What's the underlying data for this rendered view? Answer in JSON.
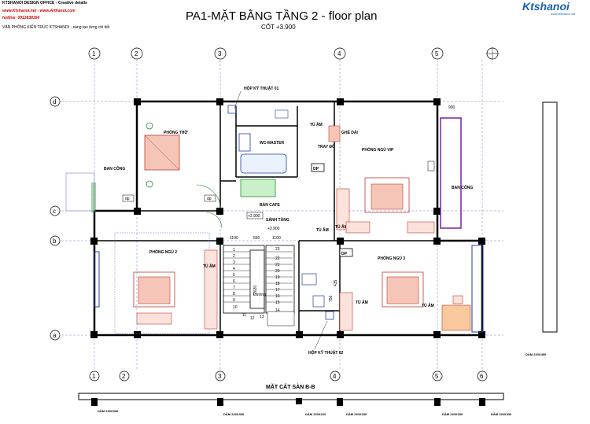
{
  "header": {
    "company": "KTSHANOI DESIGN OFFICE - Creative details",
    "websites": "www.Ktshanoi.net - www.Arthanoi.com",
    "hotline": "hotline: 0913838356",
    "office": "VĂN PHÒNG KIẾN TRÚC KTSHANOI - sáng tạo từng chi tiết",
    "title": "PA1-MẶT BẰNG TẦNG 2 -  floor plan",
    "level": "CỐT +3.900",
    "logo": "Ktshanoi",
    "logo_site": "www.ktshanoi.net"
  },
  "axes": {
    "top": [
      "1",
      "2",
      "3",
      "4",
      "5"
    ],
    "bottom": [
      "1",
      "2",
      "3",
      "4",
      "5",
      "6"
    ],
    "left": [
      "d",
      "c",
      "b",
      "a"
    ]
  },
  "rooms": {
    "phong_tho": "PHÒNG THỜ",
    "ban_cong_left": "BAN CÔNG",
    "wc_master": "WC-MASTER",
    "hop_ky_thuat_01": "HỘP KỸ THUẬT 01",
    "tu_am_1": "TỦ ÂM",
    "ghe_dai": "GHẾ DÀI",
    "tray_do": "TRAY ĐỒ",
    "phong_ngu_vip": "PHÒNG NGỦ VIP",
    "ban_cong_right": "BAN CÔNG",
    "ban_cafe": "BÀN CAFE",
    "sanh_tang": "SẢNH TẦNG",
    "phong_ngu_2": "PHÒNG NGỦ 2",
    "phong_ngu_3": "PHÒNG NGỦ 3",
    "tu_am_2": "TỦ ÂM",
    "tu_am_3": "TỦ ÂM",
    "tu_am_4": "TỦ ÂM",
    "tu_am_5": "TỦ ÂM",
    "tu_am_6": "TỦ ÂM",
    "hop_ky_thuat_02": "HỘP KỸ THUẬT 02",
    "dp": "DP",
    "dp_small": "dp",
    "duong": "Đường"
  },
  "dimensions": {
    "d900": "900",
    "d1100a": "1100",
    "d560": "560",
    "d1100b": "1100",
    "lvl2900": "+2.900",
    "lvl3900": "+3.900",
    "d2020": "2020",
    "d750": "750",
    "d435": "435"
  },
  "stairs": [
    "1",
    "2",
    "3",
    "4",
    "5",
    "6",
    "7",
    "8",
    "9",
    "10",
    "11",
    "12",
    "13",
    "14",
    "15",
    "16",
    "17",
    "18",
    "19",
    "20",
    "21",
    "22",
    "23"
  ],
  "section": {
    "title": "MẶT CẮT SÀN B-B",
    "beams": [
      "DẦM 220X330",
      "DẦM 220X330",
      "DẦM 220X220",
      "DẦM 220X330",
      "DẦM 220X330",
      "DẦM 220X330"
    ],
    "side_beam": "DẦM 220X400"
  },
  "colors": {
    "wall": "#000000",
    "grid": "#7b7bd6",
    "furniture_red": "#c0392b",
    "blue_window": "#1f3fa8",
    "purple": "#7a1fa8",
    "green": "#2e8b3a",
    "logo_blue": "#1a5fb4"
  }
}
